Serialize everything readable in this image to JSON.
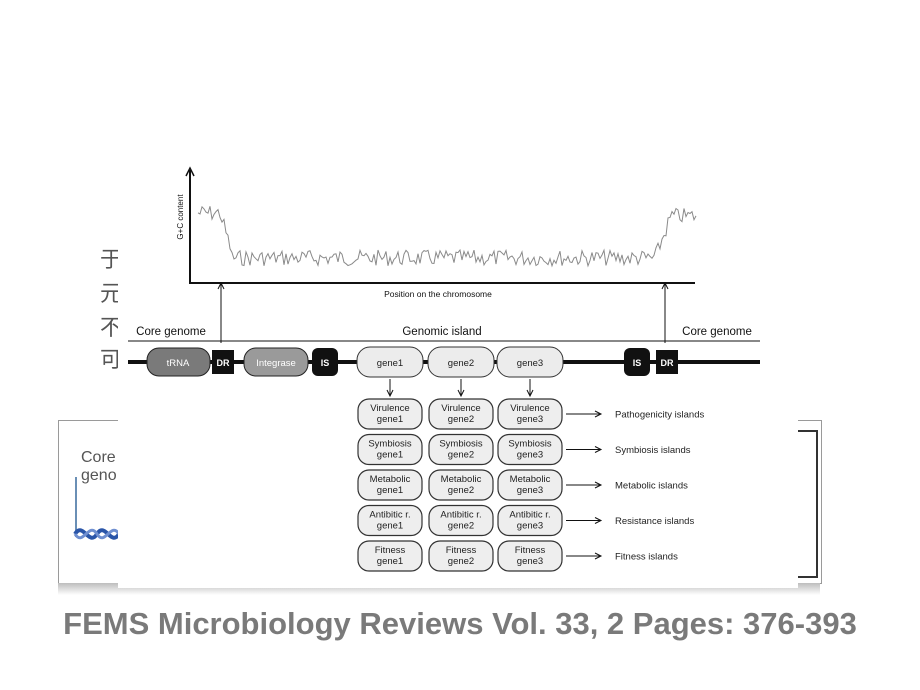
{
  "side_chars": [
    "于",
    "元",
    "不",
    "可"
  ],
  "background_card": {
    "text_line1": "Core",
    "text_line2": "geno"
  },
  "plot": {
    "ylabel": "G+C content",
    "xlabel": "Position on the chromosome"
  },
  "regions": {
    "left": "Core genome",
    "middle": "Genomic island",
    "right": "Core genome"
  },
  "elements": {
    "trna": "tRNA",
    "dr_left": "DR",
    "integrase": "Integrase",
    "is_left": "IS",
    "gene1": "gene1",
    "gene2": "gene2",
    "gene3": "gene3",
    "is_right": "IS",
    "dr_right": "DR"
  },
  "island_rows": [
    {
      "genes": [
        [
          "Virulence",
          "gene1"
        ],
        [
          "Virulence",
          "gene2"
        ],
        [
          "Virulence",
          "gene3"
        ]
      ],
      "label": "Pathogenicity islands"
    },
    {
      "genes": [
        [
          "Symbiosis",
          "gene1"
        ],
        [
          "Symbiosis",
          "gene2"
        ],
        [
          "Symbiosis",
          "gene3"
        ]
      ],
      "label": "Symbiosis islands"
    },
    {
      "genes": [
        [
          "Metabolic",
          "gene1"
        ],
        [
          "Metabolic",
          "gene2"
        ],
        [
          "Metabolic",
          "gene3"
        ]
      ],
      "label": "Metabolic islands"
    },
    {
      "genes": [
        [
          "Antibitic r.",
          "gene1"
        ],
        [
          "Antibitic r.",
          "gene2"
        ],
        [
          "Antibitic r.",
          "gene3"
        ]
      ],
      "label": "Resistance islands"
    },
    {
      "genes": [
        [
          "Fitness",
          "gene1"
        ],
        [
          "Fitness",
          "gene2"
        ],
        [
          "Fitness",
          "gene3"
        ]
      ],
      "label": "Fitness islands"
    }
  ],
  "citation": "FEMS Microbiology Reviews Vol. 33, 2 Pages: 376-393"
}
